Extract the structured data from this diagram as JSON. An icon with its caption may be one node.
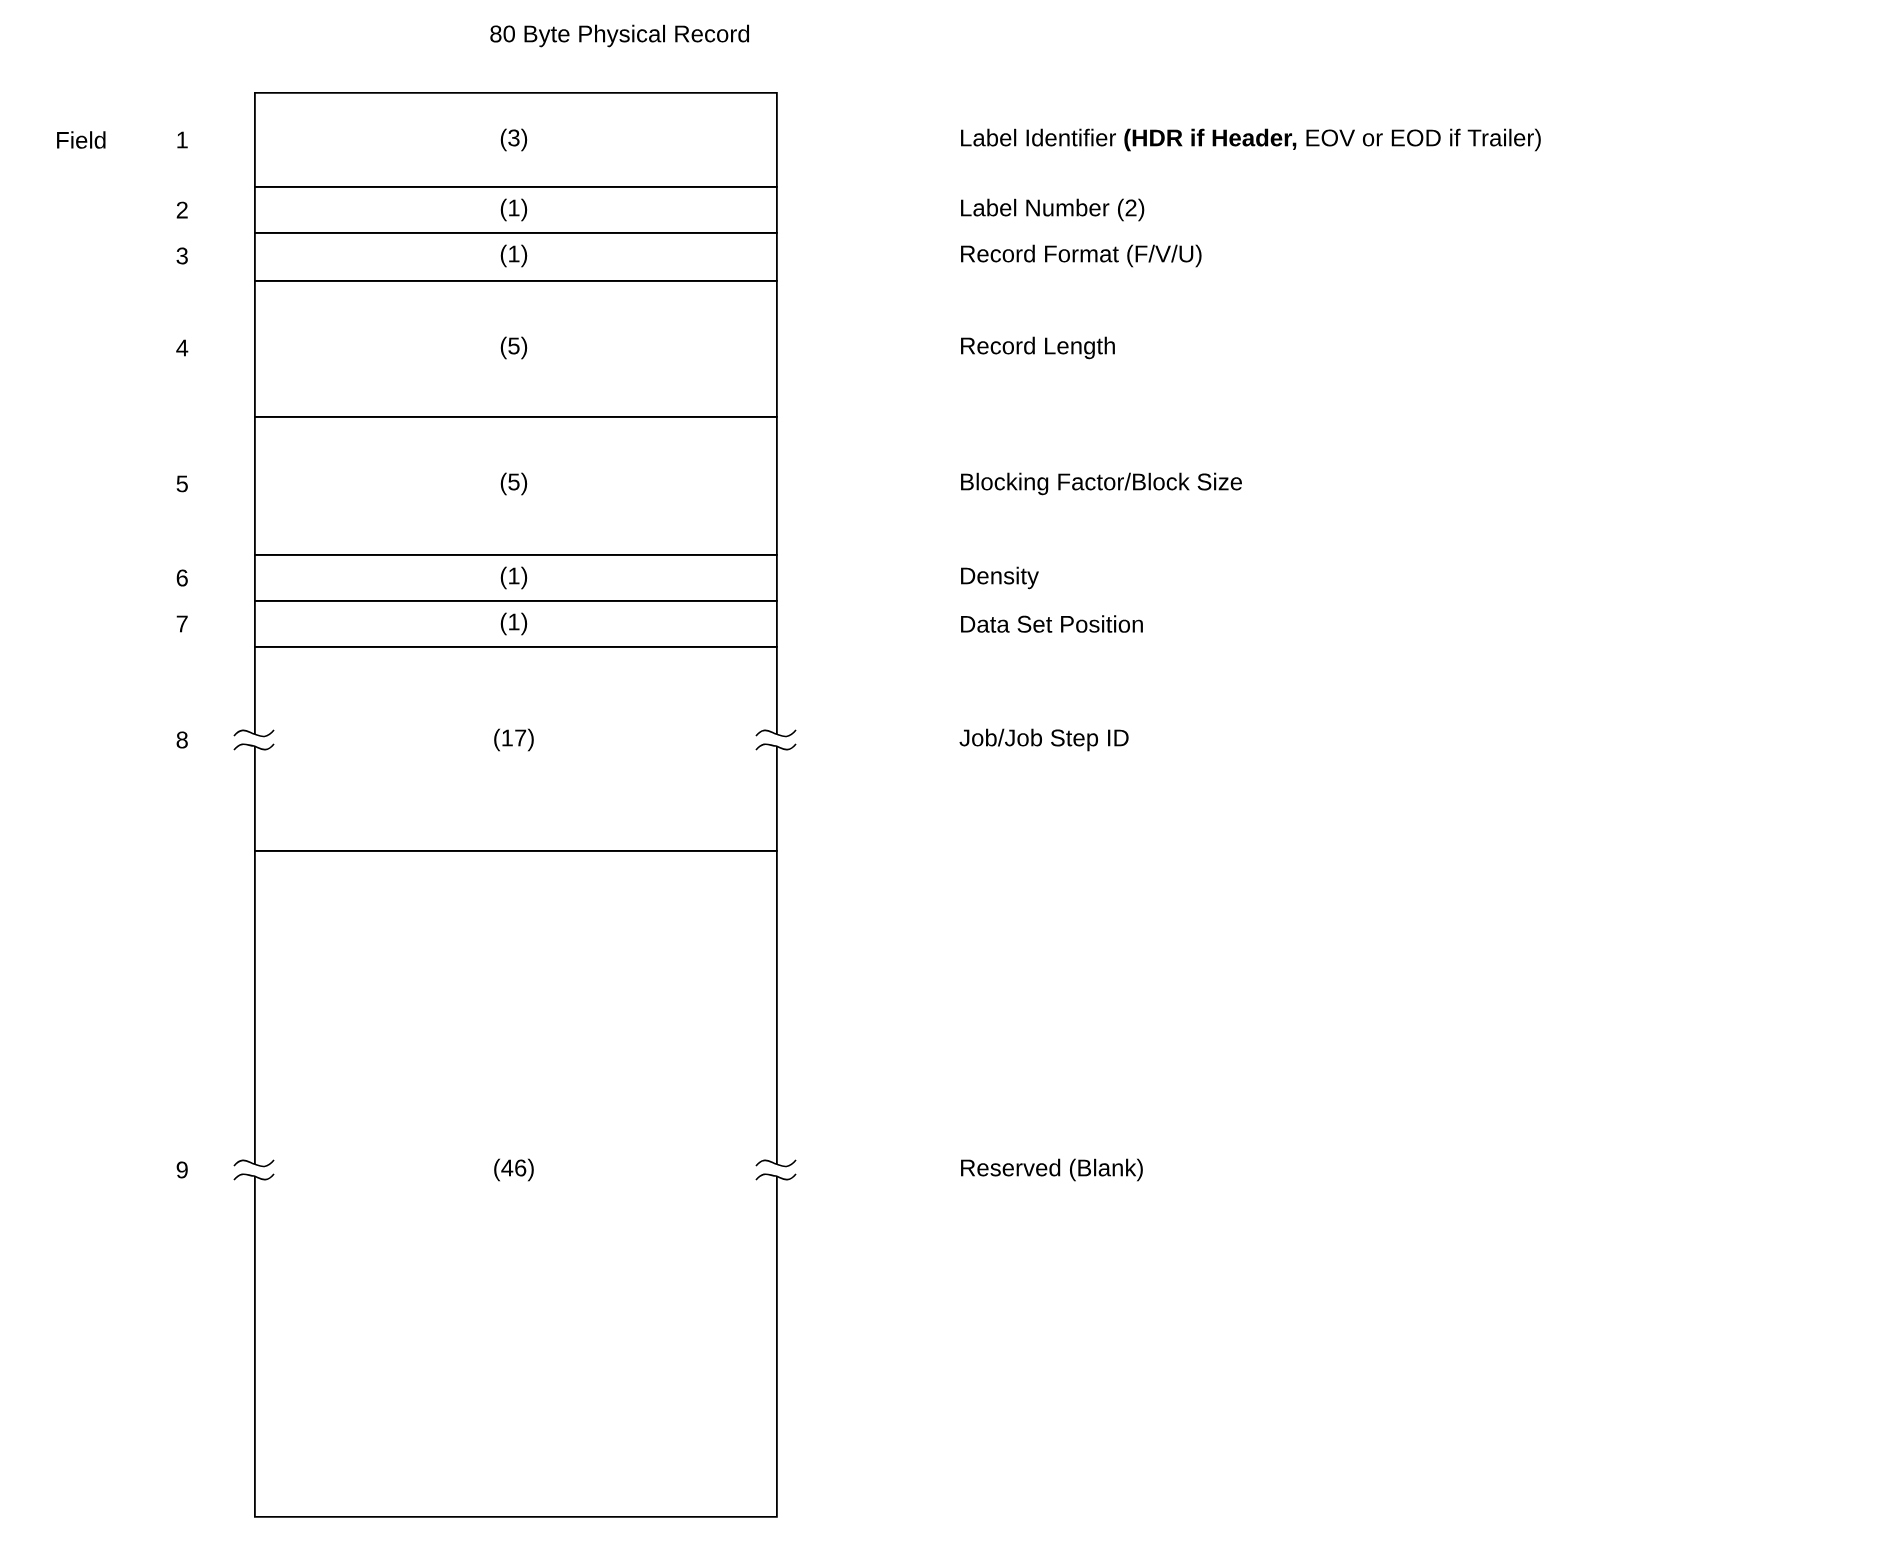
{
  "diagram": {
    "title": "80 Byte Physical Record",
    "nodes": [
      {
        "text": [
          "(3)"
        ],
        "beside": [
          "1"
        ]
      },
      {
        "text": [
          "(1)"
        ],
        "beside": [
          "2"
        ]
      },
      {
        "text": [
          "(1)"
        ],
        "beside": [
          "3"
        ]
      },
      {
        "text": [
          "(5)"
        ],
        "beside": [
          "4"
        ]
      },
      {
        "text": [
          "(5)"
        ],
        "beside": [
          "5"
        ]
      },
      {
        "text": [
          "(1)"
        ],
        "beside": [
          "6"
        ]
      },
      {
        "text": [
          "(1)"
        ],
        "beside": [
          "7"
        ]
      },
      {
        "text": [
          "(17)"
        ],
        "beside": [
          "8"
        ]
      },
      {
        "text": [
          "(46)"
        ],
        "beside": [
          "9"
        ]
      }
    ],
    "labels": [
      "Field",
      "Label Identifier **(HDR if Header,** EOV or EOD if Trailer)",
      "Label Number (2)",
      "Record Format (F/V/U)",
      "Record Length",
      "Blocking Factor/Block Size",
      "Density",
      "Data Set Position",
      "Job/Job Step ID",
      "Reserved (Blank)"
    ]
  }
}
